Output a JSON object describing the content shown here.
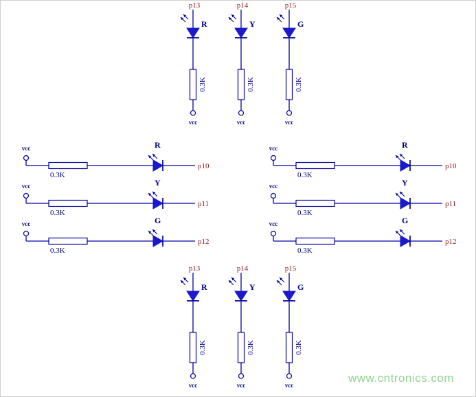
{
  "watermark": "www.cntronics.com",
  "colors": {
    "wire": "#0000a0",
    "led": "#1a1acd",
    "label": "#000080",
    "pin": "#8b1a1a",
    "watermark": "#8fd48f",
    "background": "#ffffff"
  },
  "groups": {
    "top": [
      {
        "pin": "p13",
        "led": "R",
        "res": "0.3K",
        "vcc": "vcc"
      },
      {
        "pin": "p14",
        "led": "Y",
        "res": "0.3K",
        "vcc": "vcc"
      },
      {
        "pin": "p15",
        "led": "G",
        "res": "0.3K",
        "vcc": "vcc"
      }
    ],
    "left": [
      {
        "vcc": "vcc",
        "res": "0.3K",
        "led": "R",
        "pin": "p10"
      },
      {
        "vcc": "vcc",
        "res": "0.3K",
        "led": "Y",
        "pin": "p11"
      },
      {
        "vcc": "vcc",
        "res": "0.3K",
        "led": "G",
        "pin": "p12"
      }
    ],
    "right": [
      {
        "vcc": "vcc",
        "res": "0.3K",
        "led": "R",
        "pin": "p10"
      },
      {
        "vcc": "vcc",
        "res": "0.3K",
        "led": "Y",
        "pin": "p11"
      },
      {
        "vcc": "vcc",
        "res": "0.3K",
        "led": "G",
        "pin": "p12"
      }
    ],
    "bottom": [
      {
        "pin": "p13",
        "led": "R",
        "res": "0.3K",
        "vcc": "vcc"
      },
      {
        "pin": "p14",
        "led": "Y",
        "res": "0.3K",
        "vcc": "vcc"
      },
      {
        "pin": "p15",
        "led": "G",
        "res": "0.3K",
        "vcc": "vcc"
      }
    ]
  }
}
